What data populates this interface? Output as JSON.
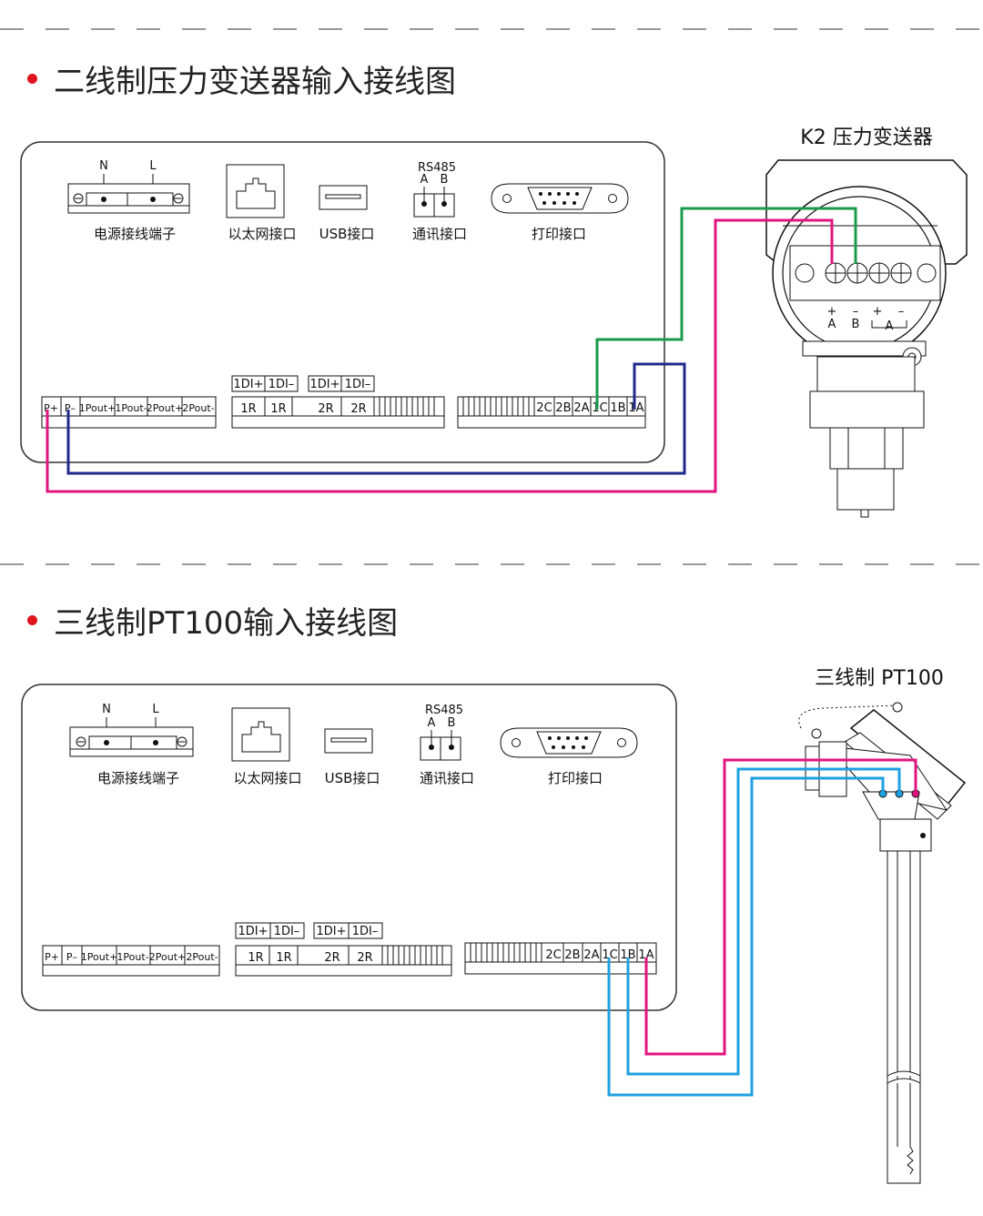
{
  "section1": {
    "title": "二线制压力变送器输入接线图",
    "device_label": "K2 压力变送器",
    "power_N": "N",
    "power_L": "L",
    "power_caption": "电源接线端子",
    "ethernet_caption": "以太网接口",
    "usb_caption": "USB接口",
    "rs485_label": "RS485",
    "rs485_A": "A",
    "rs485_B": "B",
    "comm_caption": "通讯接口",
    "print_caption": "打印接口",
    "left_terminals": [
      "P+",
      "P–",
      "1Pout+",
      "1Pout-",
      "2Pout+",
      "2Pout-"
    ],
    "di_labels": [
      "1DI+",
      "1DI–",
      "1DI+",
      "1DI–"
    ],
    "relay_terminals": [
      "1R",
      "1R",
      "2R",
      "2R"
    ],
    "input_terminals": [
      "2C",
      "2B",
      "2A",
      "1C",
      "1B",
      "1A"
    ],
    "transmitter_pos": "+",
    "transmitter_neg": "–",
    "transmitter_A": "A",
    "transmitter_B": "B"
  },
  "section2": {
    "title": "三线制PT100输入接线图",
    "device_label": "三线制 PT100",
    "power_N": "N",
    "power_L": "L",
    "power_caption": "电源接线端子",
    "ethernet_caption": "以太网接口",
    "usb_caption": "USB接口",
    "rs485_label": "RS485",
    "rs485_A": "A",
    "rs485_B": "B",
    "comm_caption": "通讯接口",
    "print_caption": "打印接口",
    "left_terminals": [
      "P+",
      "P–",
      "1Pout+",
      "1Pout-",
      "2Pout+",
      "2Pout-"
    ],
    "di_labels": [
      "1DI+",
      "1DI–",
      "1DI+",
      "1DI–"
    ],
    "relay_terminals": [
      "1R",
      "1R",
      "2R",
      "2R"
    ],
    "input_terminals": [
      "2C",
      "2B",
      "2A",
      "1C",
      "1B",
      "1A"
    ]
  },
  "colors": {
    "green": "#1a9a4a",
    "magenta": "#e0147e",
    "navy": "#1f2a8a",
    "blue": "#1fa0e0",
    "red_dot": "#e0141e"
  }
}
